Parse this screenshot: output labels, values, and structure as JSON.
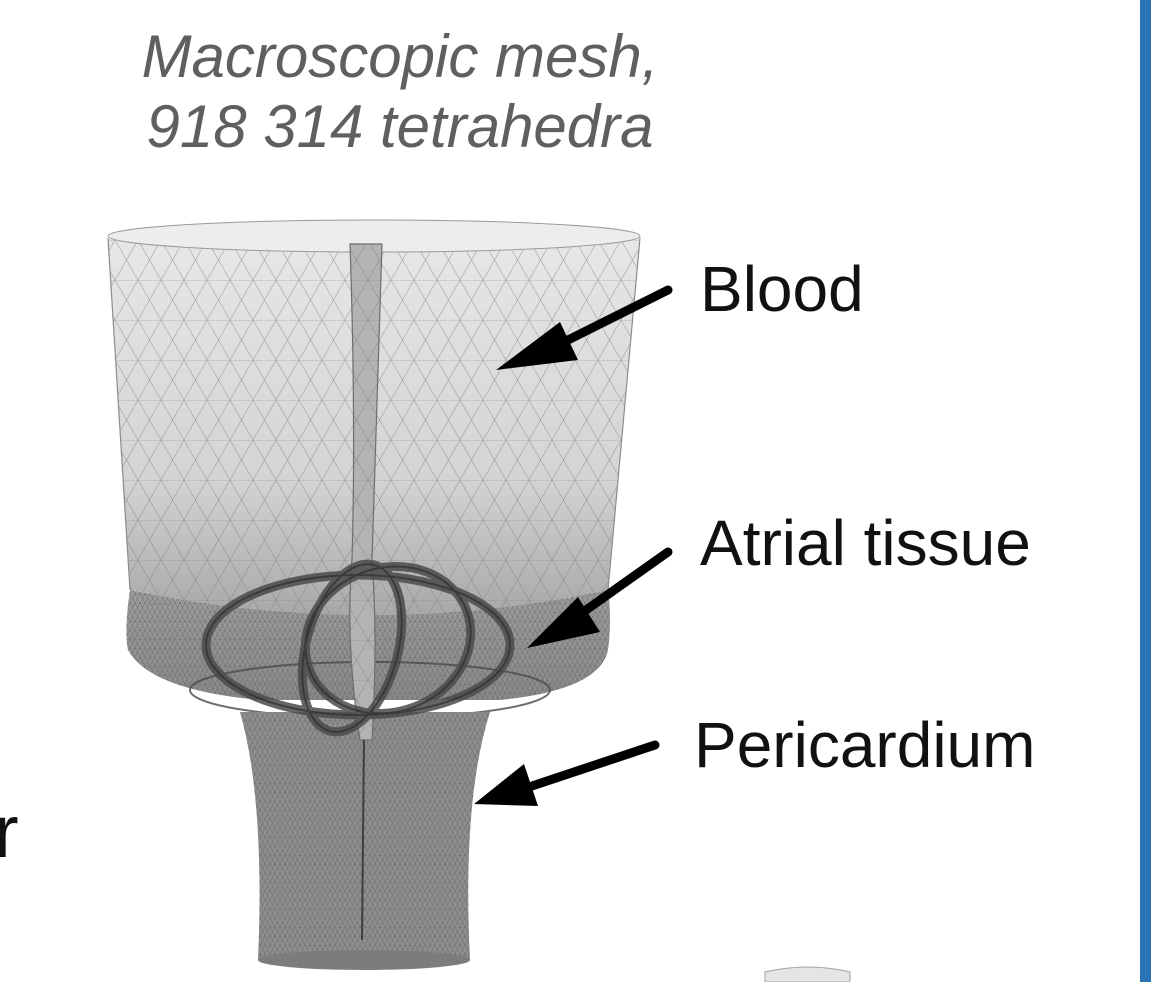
{
  "title": {
    "line1": "Macroscopic mesh,",
    "line2": "918 314 tetrahedra"
  },
  "labels": {
    "blood": "Blood",
    "atrial": "Atrial tissue",
    "pericardium": "Pericardium"
  },
  "stray_glyph": "r",
  "colors": {
    "title_text": "#5f5f5f",
    "label_text": "#111111",
    "divider": "#2a74b6",
    "mesh_fill": "#d9d9d9",
    "mesh_dense": "#8a8a8a",
    "wire": "#3c3c3c"
  }
}
